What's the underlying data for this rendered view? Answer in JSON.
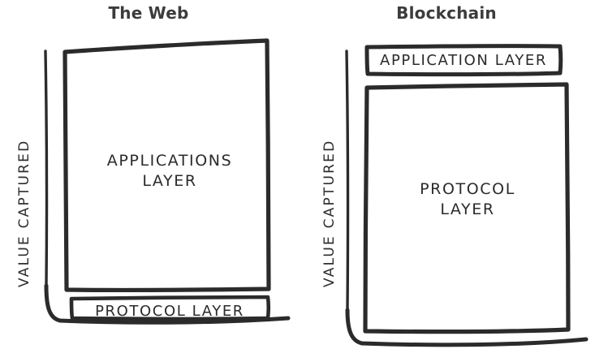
{
  "diagram": {
    "kind": "fat-protocols-comparison",
    "stroke_color": "#2b2b2b",
    "title_color": "#3c3c3c",
    "background": "#ffffff"
  },
  "panels": [
    {
      "id": "web",
      "title": "The Web",
      "axis_label": "VALUE CAPTURED",
      "layers": [
        {
          "name": "applications-layer",
          "label": "APPLICATIONS\nLAYER",
          "size": "large",
          "position": "top"
        },
        {
          "name": "protocol-layer",
          "label": "PROTOCOL LAYER",
          "size": "thin",
          "position": "bottom"
        }
      ]
    },
    {
      "id": "blockchain",
      "title": "Blockchain",
      "axis_label": "VALUE CAPTURED",
      "layers": [
        {
          "name": "application-layer",
          "label": "APPLICATION LAYER",
          "size": "thin",
          "position": "top"
        },
        {
          "name": "protocol-layer",
          "label": "PROTOCOL\nLAYER",
          "size": "large",
          "position": "bottom"
        }
      ]
    }
  ]
}
